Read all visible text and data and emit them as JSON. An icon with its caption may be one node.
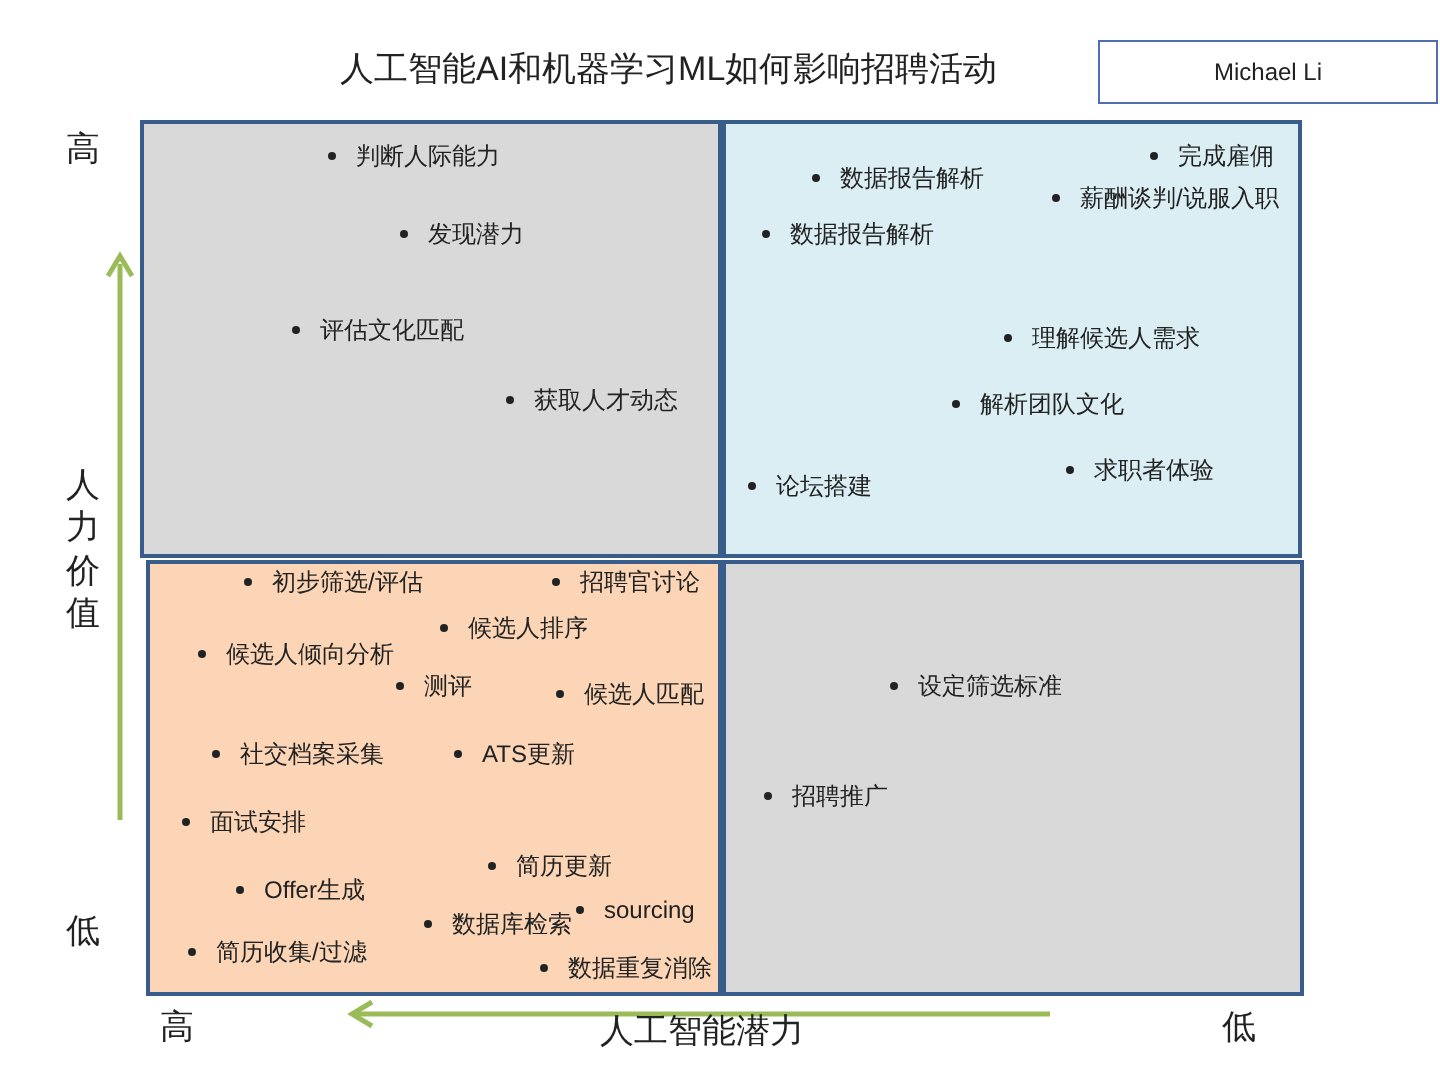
{
  "diagram": {
    "title": "人工智能AI和机器学习ML如何影响招聘活动",
    "nodes": [
      {
        "text": [
          "Michael Li"
        ]
      },
      {
        "text": [
          "判断人际能力",
          "发现潜力",
          "评估文化匹配",
          "获取人才动态"
        ]
      },
      {
        "text": [
          "完成雇佣",
          "数据报告解析",
          "薪酬谈判/说服入职",
          "数据报告解析",
          "理解候选人需求",
          "解析团队文化",
          "求职者体验",
          "论坛搭建"
        ]
      },
      {
        "text": [
          "初步筛选/评估",
          "招聘官讨论",
          "候选人排序",
          "候选人倾向分析",
          "测评",
          "候选人匹配",
          "社交档案采集",
          "ATS更新",
          "面试安排",
          "简历更新",
          "Offer生成",
          "sourcing",
          "数据库检索",
          "简历收集/过滤",
          "数据重复消除"
        ]
      },
      {
        "text": [
          "设定筛选标准",
          "招聘推广"
        ]
      }
    ],
    "labels": [
      "高",
      "人力价值",
      "低",
      "高",
      "人工智能潜力",
      "低"
    ]
  }
}
